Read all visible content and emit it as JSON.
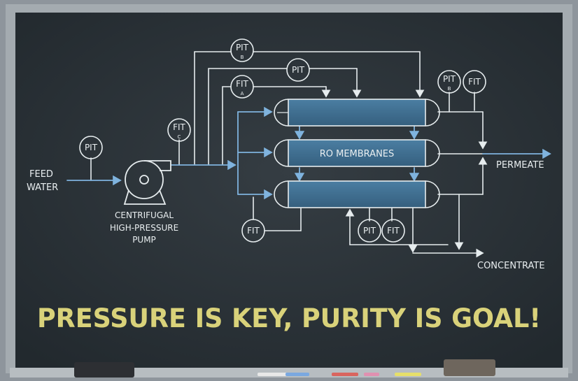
{
  "diagram": {
    "feed_label_line1": "FEED",
    "feed_label_line2": "WATER",
    "pump_label_line1": "CENTRIFUGAL",
    "pump_label_line2": "HIGH-PRESSURE",
    "pump_label_line3": "PUMP",
    "membranes_label": "RO MEMBRANES",
    "permeate_label": "PERMEATE",
    "concentrate_label": "CONCENTRATE",
    "instruments": {
      "pit_feed": "PIT",
      "fit_pump": "FIT",
      "fit_pump_sub": "C",
      "pit_top": "PIT",
      "pit_top_sub": "B",
      "pit_mid": "PIT",
      "pit_fit_left": "FIT",
      "pit_fit_left_sub": "A",
      "pit_permeate": "PIT",
      "pit_permeate_sub": "B",
      "fit_permeate": "FIT",
      "fit_bottom_left": "FIT",
      "pit_bottom": "PIT",
      "fit_bottom": "FIT"
    }
  },
  "slogan": "PRESSURE IS KEY, PURITY IS GOAL!",
  "colors": {
    "board": "#2b3237",
    "frame": "#9aa1a6",
    "chalk_white": "#e6ecee",
    "chalk_blue": "#7fb3de",
    "membrane_fill": "#3f6f91",
    "slogan_yellow": "#d9d27a"
  }
}
